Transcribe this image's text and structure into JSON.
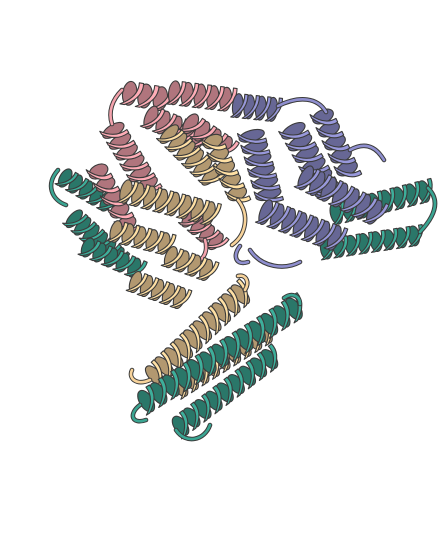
{
  "image": {
    "subject": "protein-ribbon-structure",
    "background": "#ffffff"
  },
  "colors": {
    "pink": "#f4a3ad",
    "wheat": "#f7d39b",
    "slate": "#8f8fcf",
    "teal": "#3aa592",
    "outline": "#3b3b3b"
  },
  "chains": [
    {
      "id": "pink",
      "color": "#f4a3ad"
    },
    {
      "id": "wheat",
      "color": "#f7d39b"
    },
    {
      "id": "slate",
      "color": "#8f8fcf"
    },
    {
      "id": "teal",
      "color": "#3aa592"
    }
  ]
}
